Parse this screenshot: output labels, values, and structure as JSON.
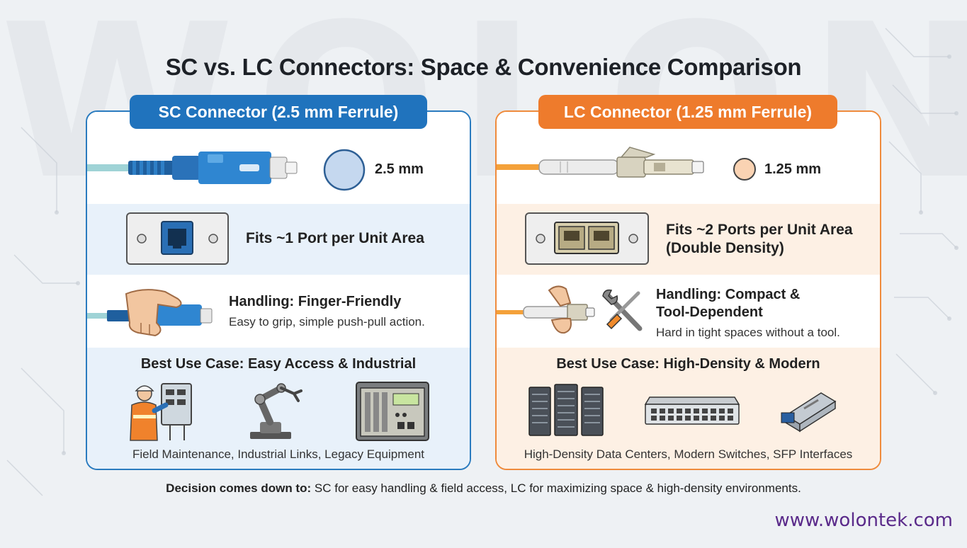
{
  "watermark": "WOLON",
  "title": "SC vs. LC Connectors: Space & Convenience Comparison",
  "sc": {
    "header": "SC Connector (2.5 mm Ferrule)",
    "ferrule_size": "2.5 mm",
    "port_text": "Fits ~1 Port per Unit Area",
    "handling_title": "Handling: Finger-Friendly",
    "handling_desc": "Easy to grip, simple push-pull action.",
    "use_title": "Best Use Case: Easy Access & Industrial",
    "use_items": "Field Maintenance, Industrial Links, Legacy Equipment",
    "icons": [
      "sc-connector-icon",
      "ferrule-circle-icon",
      "single-port-panel-icon",
      "hand-gripping-connector-icon",
      "field-worker-icon",
      "robotic-arm-icon",
      "legacy-equipment-icon"
    ]
  },
  "lc": {
    "header": "LC Connector (1.25 mm Ferrule)",
    "ferrule_size": "1.25 mm",
    "port_line1": "Fits ~2 Ports per Unit Area",
    "port_line2": "(Double Density)",
    "handling_line1": "Handling: Compact &",
    "handling_line2": "Tool-Dependent",
    "handling_desc": "Hard in tight spaces without a tool.",
    "use_title": "Best Use Case: High-Density & Modern",
    "use_items": "High-Density Data Centers, Modern Switches, SFP Interfaces",
    "icons": [
      "lc-connector-icon",
      "ferrule-circle-icon",
      "dual-port-panel-icon",
      "fingertips-connector-icon",
      "screwdriver-wrench-icon",
      "server-rack-icon",
      "network-switch-icon",
      "sfp-module-icon"
    ]
  },
  "decision": {
    "label": "Decision comes down to:",
    "text": " SC for easy handling & field access, LC for maximizing space & high-density environments."
  },
  "website": "www.wolontek.com",
  "colors": {
    "sc_blue": "#2073bd",
    "lc_orange": "#ee7b2c",
    "sc_tint": "#e8f1fa",
    "lc_tint": "#fdf0e4",
    "site_purple": "#5a2a8a"
  }
}
